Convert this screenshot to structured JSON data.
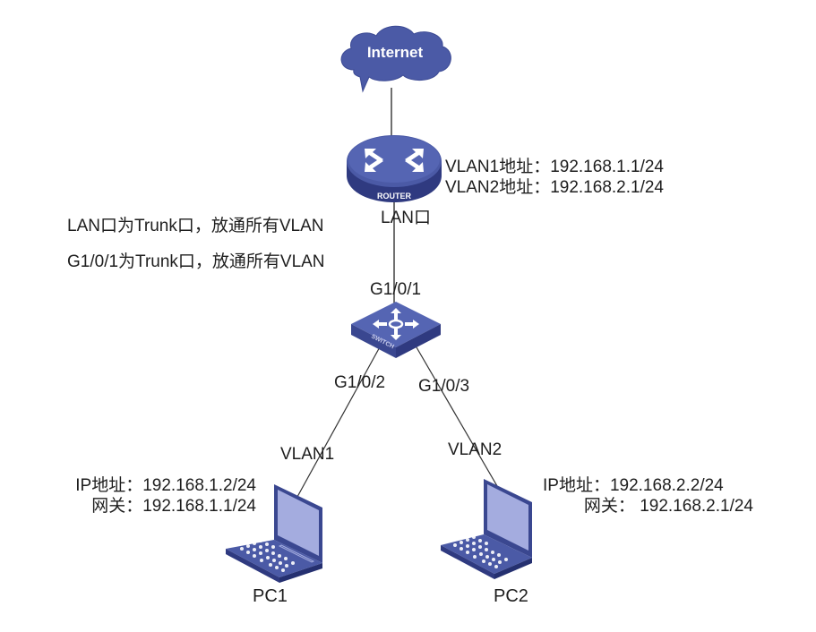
{
  "diagram": {
    "title": "",
    "colors": {
      "device_fill": "#4b5aa6",
      "device_dark": "#2f3a80",
      "screen_fill": "#a4acdf",
      "link": "#333333",
      "text": "#1e1e1e"
    },
    "nodes": {
      "internet": {
        "label": "Internet",
        "icon": "cloud-icon"
      },
      "router": {
        "label": "ROUTER",
        "icon": "router-icon",
        "port_label": "LAN口",
        "addresses": [
          "VLAN1地址：192.168.1.1/24",
          "VLAN2地址：192.168.2.1/24"
        ]
      },
      "switch": {
        "label": "SWITCH",
        "icon": "switch-icon",
        "ports": {
          "uplink": "G1/0/1",
          "pc1": "G1/0/2",
          "pc2": "G1/0/3"
        }
      },
      "pc1": {
        "label": "PC1",
        "icon": "laptop-icon",
        "vlan": "VLAN1",
        "ip": "IP地址：192.168.1.2/24",
        "gateway": "网关：192.168.1.1/24"
      },
      "pc2": {
        "label": "PC2",
        "icon": "laptop-icon",
        "vlan": "VLAN2",
        "ip": "IP地址：192.168.2.2/24",
        "gateway": "网关： 192.168.2.1/24"
      }
    },
    "notes": [
      "LAN口为Trunk口，放通所有VLAN",
      "G1/0/1为Trunk口，放通所有VLAN"
    ],
    "links": [
      {
        "from": "internet",
        "to": "router"
      },
      {
        "from": "router",
        "to": "switch"
      },
      {
        "from": "switch",
        "to": "pc1"
      },
      {
        "from": "switch",
        "to": "pc2"
      }
    ]
  }
}
